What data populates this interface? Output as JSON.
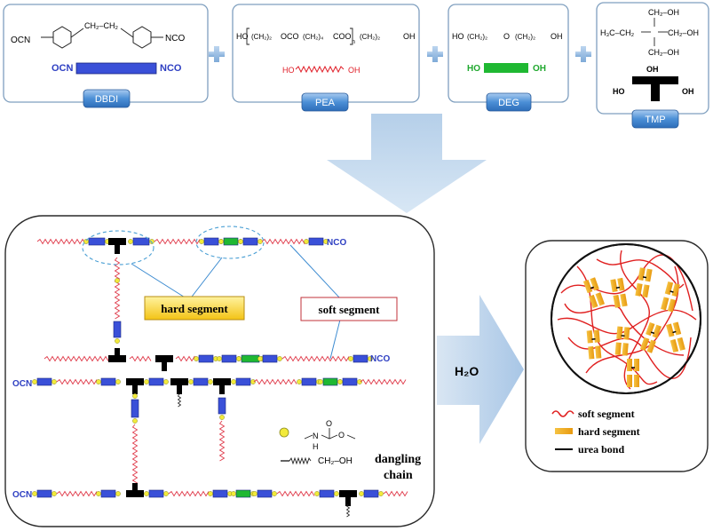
{
  "reagents": [
    {
      "key": "dbdi",
      "formula_left": "OCN",
      "formula_bridge": "CH₂–CH₂",
      "formula_right": "NCO",
      "block_left": "OCN",
      "block_right": "NCO",
      "tag": "DBDI",
      "block_color": "#3a50d8"
    },
    {
      "key": "pea",
      "formula_parts": [
        "HO",
        "(CH₂)₂",
        "OCO",
        "(CH₂)₄",
        "COO",
        "n",
        "(CH₂)₂",
        "OH"
      ],
      "chain_left": "HO",
      "chain_right": "OH",
      "tag": "PEA",
      "chain_color": "#e0202a"
    },
    {
      "key": "deg",
      "formula_parts": [
        "HO",
        "(CH₂)₂",
        "O",
        "(CH₂)₂",
        "OH"
      ],
      "block_left": "HO",
      "block_right": "OH",
      "tag": "DEG",
      "block_color": "#1fb832"
    },
    {
      "key": "tmp",
      "formula_top": "CH₂–OH",
      "formula_mid_left": "H₃C–CH₂",
      "formula_mid_right": "CH₂–OH",
      "formula_bottom": "CH₂–OH",
      "node_top": "OH",
      "node_left": "HO",
      "node_right": "OH",
      "tag": "TMP",
      "node_color": "#000000"
    }
  ],
  "plus_sign": "+",
  "network": {
    "labels": {
      "hard_segment": "hard segment",
      "soft_segment": "soft segment"
    },
    "end_groups": {
      "ocn": "OCN",
      "nco": "NCO"
    },
    "legend": {
      "urethane_substituent": "O",
      "urethane_nh": "N",
      "urethane_h": "H",
      "dangling_group": "CH₂–OH",
      "dangling_label_line1": "dangling",
      "dangling_label_line2": "chain"
    }
  },
  "reaction_agent": "H₂O",
  "morphology_legend": [
    {
      "label": "soft segment",
      "color": "#e02020"
    },
    {
      "label": "hard segment",
      "color": "#f2b027"
    },
    {
      "label": "urea bond",
      "color": "#000000"
    }
  ]
}
